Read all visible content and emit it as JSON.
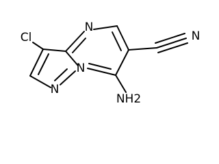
{
  "structure": {
    "atoms": {
      "chlorine": "Cl",
      "ring_nitrogen_top": "N",
      "nitrile_nitrogen": "N",
      "pyrazole_nitrogen": "N",
      "bridgehead_nitrogen": "N",
      "amino_group": "NH2"
    }
  }
}
